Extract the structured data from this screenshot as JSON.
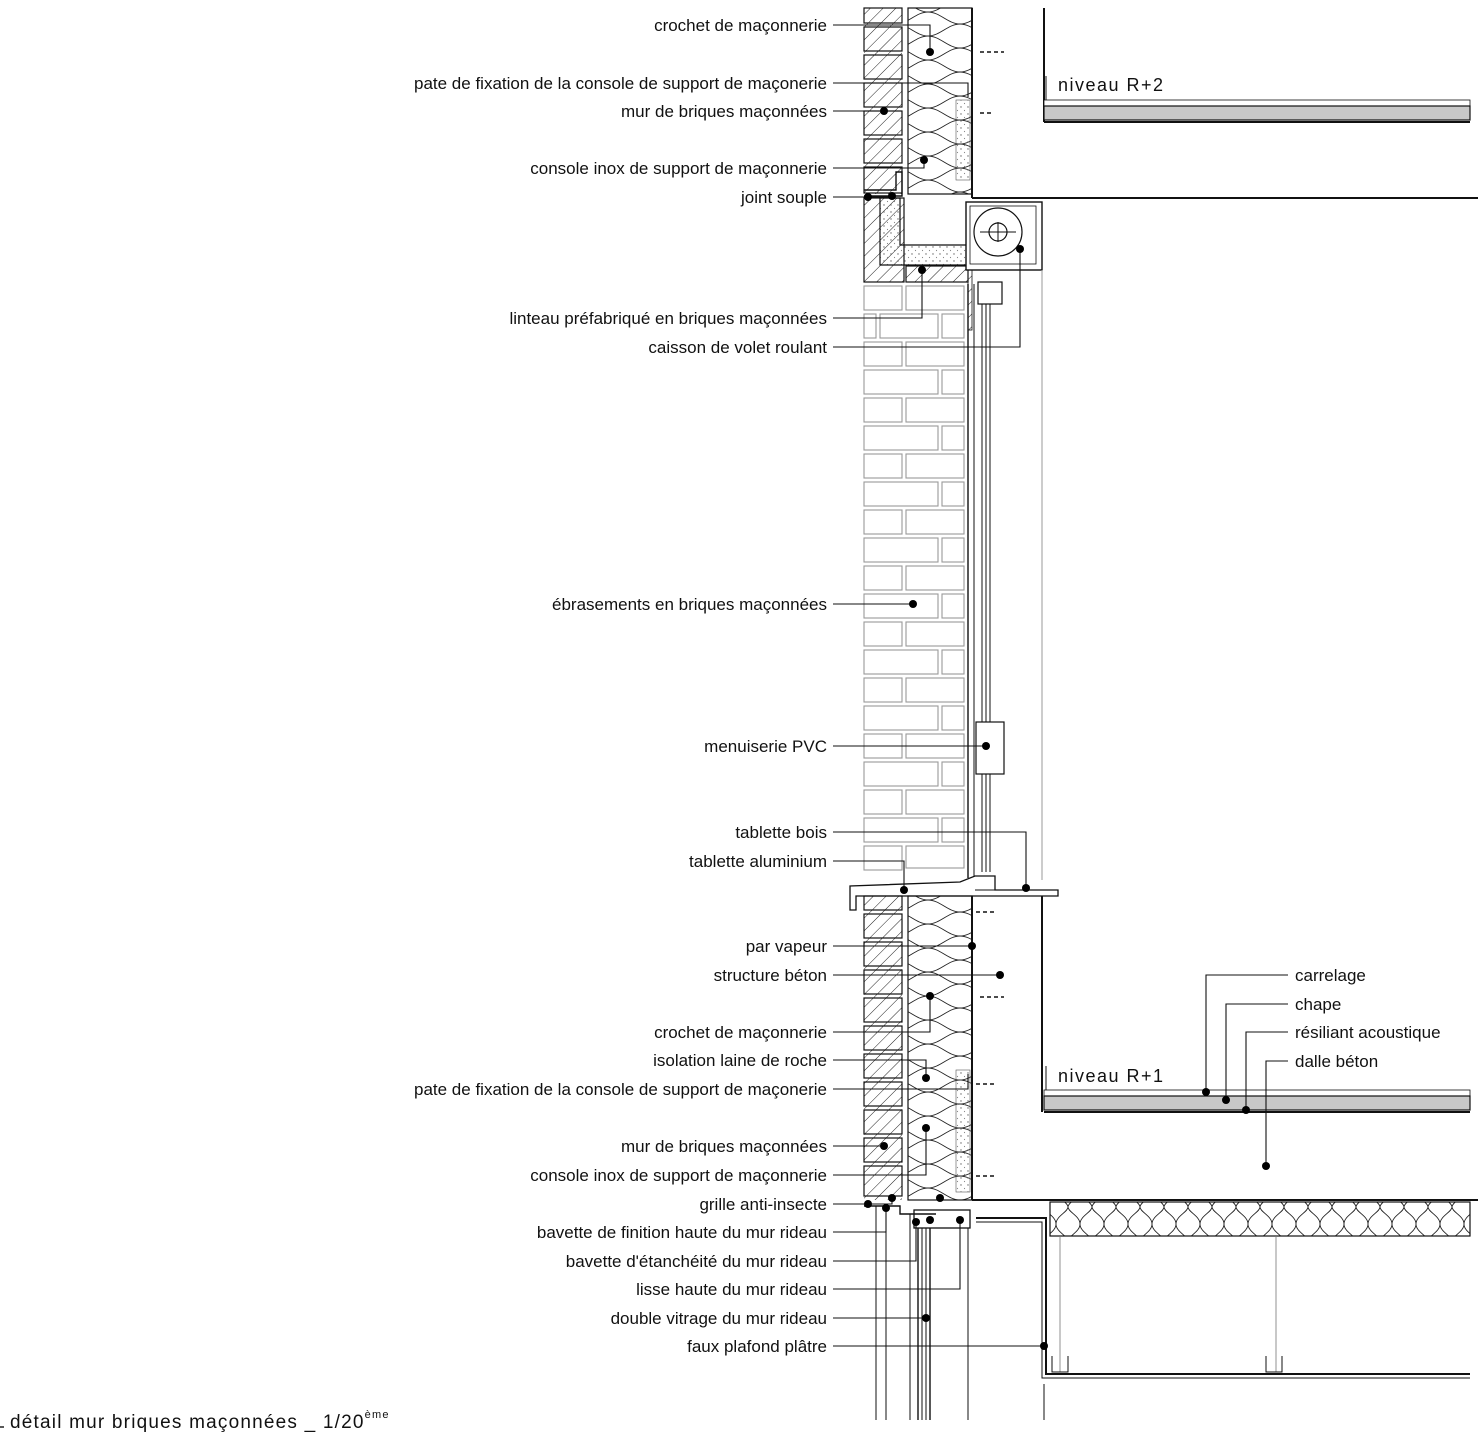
{
  "colors": {
    "ink": "#111111",
    "hatch": "#222222",
    "slab": "#c8c8c8",
    "screed": "#d9d9d9",
    "lintel": "#e6e6e6"
  },
  "levels": {
    "upper": "niveau R+2",
    "lower": "niveau R+1"
  },
  "labels_left": [
    "crochet de maçonnerie",
    "pate de fixation de la console de support de maçonerie",
    "mur de briques maçonnées",
    "console inox de support de maçonnerie",
    "joint souple",
    "linteau préfabriqué en briques maçonnées",
    "caisson de volet roulant",
    "ébrasements en briques maçonnées",
    "menuiserie PVC",
    "tablette bois",
    "tablette aluminium",
    "par vapeur",
    "structure béton",
    "crochet de maçonnerie",
    "isolation laine de roche",
    "pate de fixation de la console de support de maçonerie",
    "mur de briques maçonnées",
    "console inox de support de maçonnerie",
    "grille anti-insecte",
    "bavette de finition haute du mur rideau",
    "bavette d'étanchéité du mur rideau",
    "lisse haute du mur rideau",
    "double vitrage du mur rideau",
    "faux plafond plâtre"
  ],
  "labels_right": [
    "carrelage",
    "chape",
    "résiliant acoustique",
    "dalle béton"
  ],
  "caption": {
    "text": "détail mur briques maçonnées _ 1/20",
    "superscript": "ème"
  }
}
